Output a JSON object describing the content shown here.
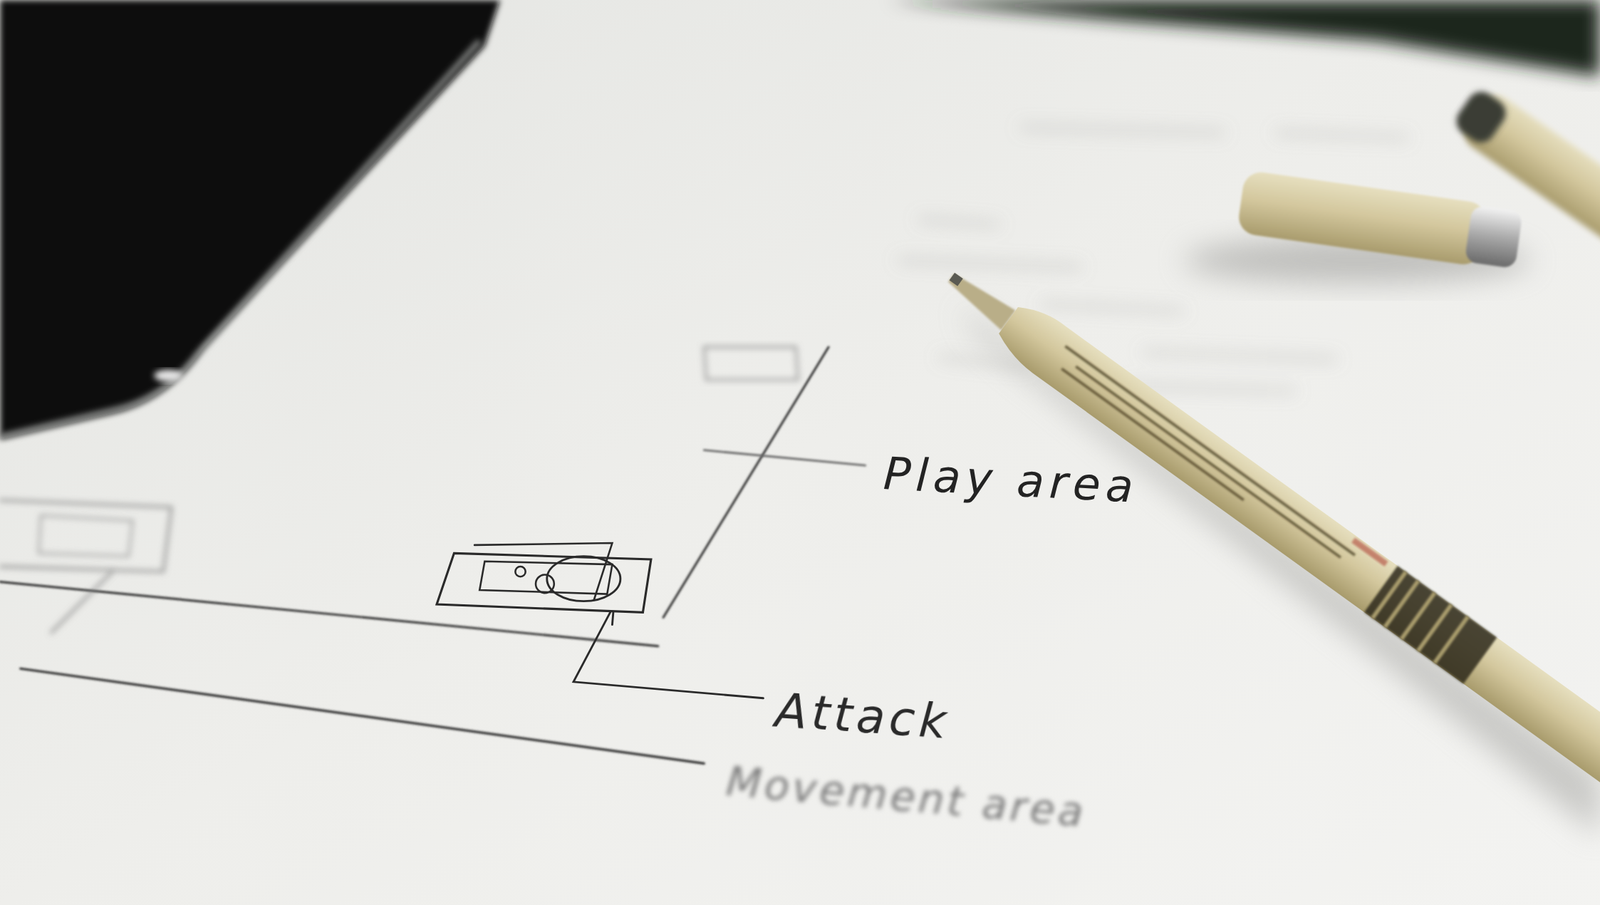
{
  "diagram": {
    "labels": [
      "Play area",
      "Attack",
      "Movement area"
    ]
  }
}
